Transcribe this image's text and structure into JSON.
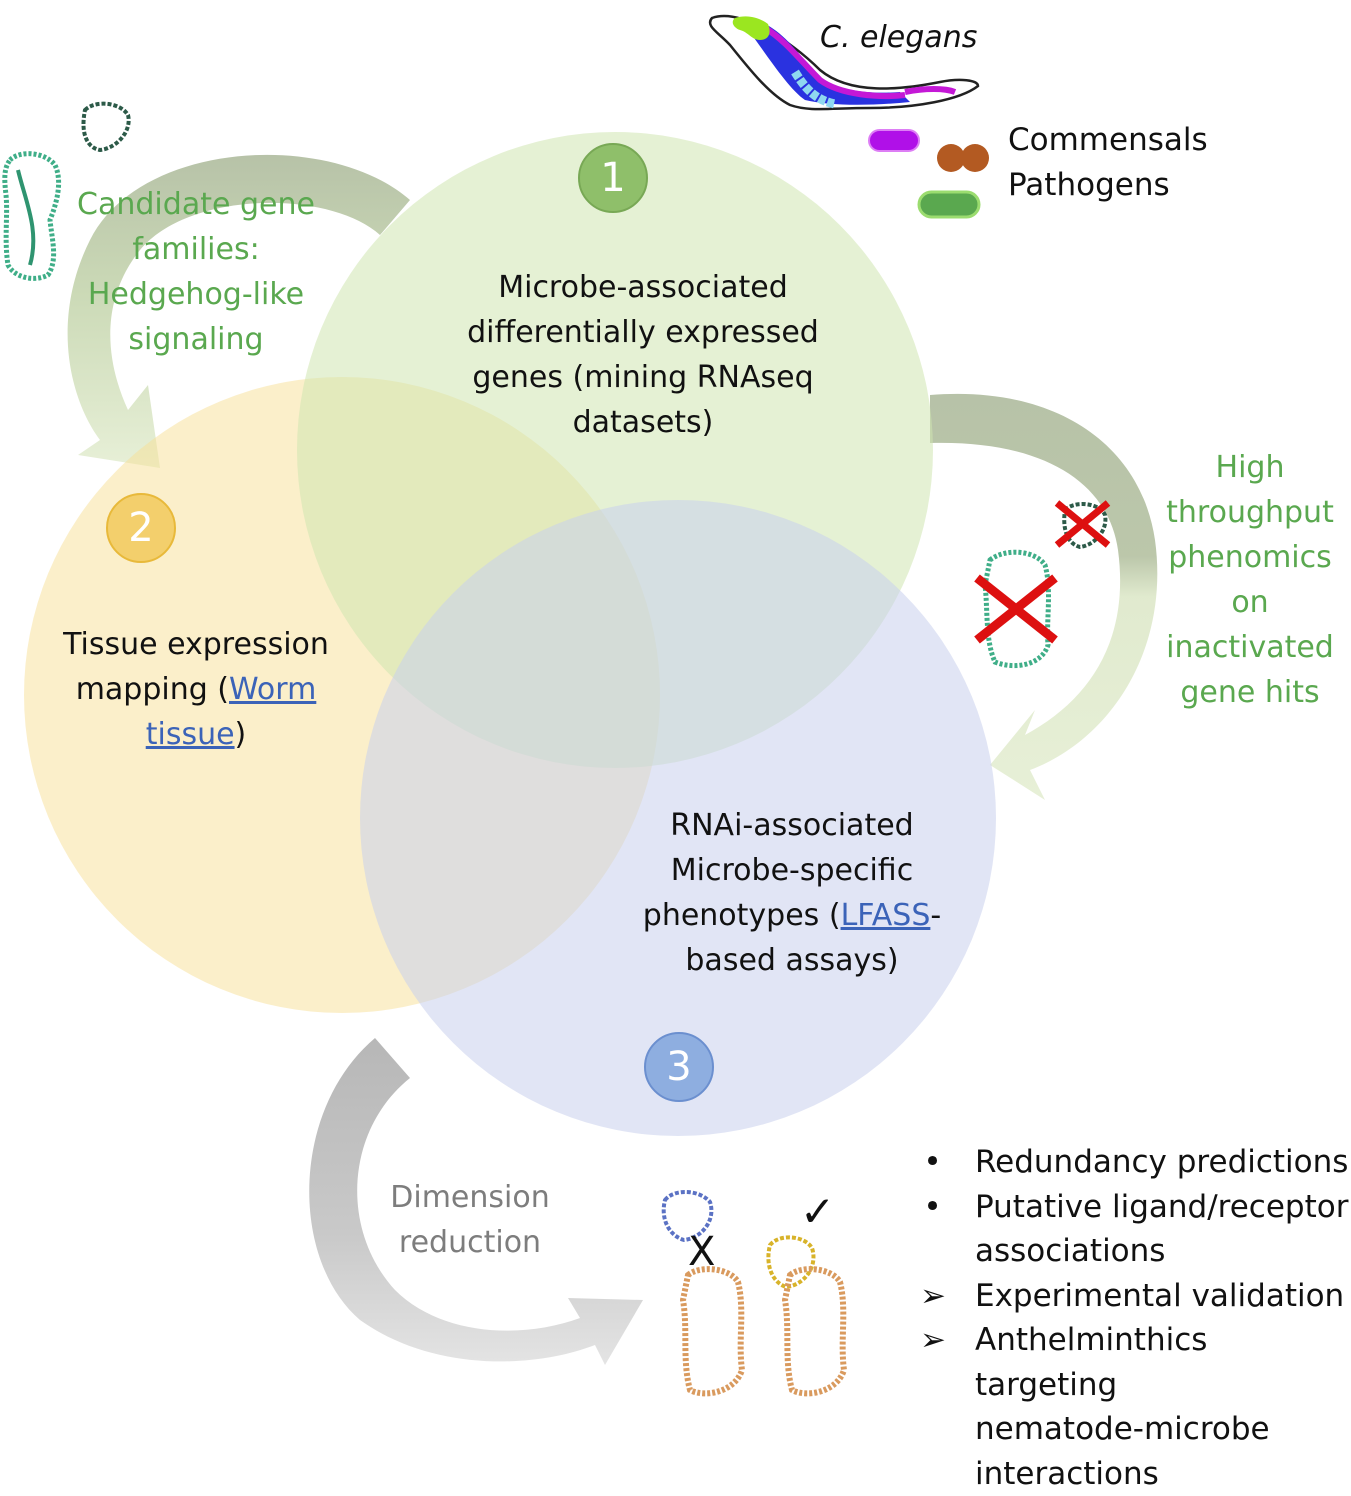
{
  "organism": {
    "name": "C. elegans",
    "icon": "worm-anatomy-icon"
  },
  "legend": {
    "items": [
      {
        "label": "Commensals",
        "icon": "commensal-bacterium-icon",
        "color": "#b010e8"
      },
      {
        "label": "Pathogens",
        "icon": "pathogen-bacterium-icon",
        "color": "#6ab04c"
      }
    ],
    "extra_icon": {
      "icon": "diplococcus-icon",
      "color": "#b35a22"
    }
  },
  "venn": {
    "circles": [
      {
        "number": "1",
        "badge_color": "#8fbf6a",
        "fill": "#dff0c8",
        "text_lines": [
          "Microbe-associated",
          "differentially expressed",
          "genes (mining RNAseq",
          "datasets)"
        ]
      },
      {
        "number": "2",
        "badge_color": "#f3cf6c",
        "fill": "#fbe9b6",
        "text_lines": [
          "Tissue expression"
        ],
        "text_line2_prefix": "mapping (",
        "link_part1": "Worm",
        "link_part2": "tissue",
        "text_line3_suffix": ")"
      },
      {
        "number": "3",
        "badge_color": "#8eaee0",
        "fill": "#dde2f3",
        "text_lines": [
          "RNAi-associated",
          "Microbe-specific"
        ],
        "text_line3_prefix": "phenotypes (",
        "link": "LFASS",
        "text_line3_suffix": "-",
        "text_line4": "based assays)"
      }
    ]
  },
  "annotations": {
    "candidate": {
      "lines": [
        "Candidate gene",
        "families:",
        "Hedgehog-like",
        "signaling"
      ],
      "color": "#5aa84f"
    },
    "phenomics": {
      "lines": [
        "High",
        "throughput",
        "phenomics",
        "on",
        "inactivated",
        "gene hits"
      ],
      "color": "#5aa84f"
    },
    "dimension": {
      "lines": [
        "Dimension",
        "reduction"
      ],
      "color": "#7d7d7d"
    }
  },
  "proteins": {
    "candidate_icons": [
      "receptor-protein-icon",
      "ligand-protein-icon"
    ],
    "inactivated_icons": [
      "receptor-protein-knockout-icon",
      "ligand-protein-knockout-icon"
    ],
    "interaction_fail": {
      "mark": "X",
      "ligand_color": "#5b72c4"
    },
    "interaction_ok": {
      "mark": "✓",
      "ligand_color": "#d8b32a"
    },
    "receptor_color": "#d99a5e"
  },
  "outcomes": [
    {
      "marker": "•",
      "type": "bullet",
      "lines": [
        "Redundancy predictions"
      ]
    },
    {
      "marker": "•",
      "type": "bullet",
      "lines": [
        "Putative ligand/receptor",
        "associations"
      ]
    },
    {
      "marker": "➢",
      "type": "arrow",
      "lines": [
        "Experimental validation"
      ]
    },
    {
      "marker": "➢",
      "type": "arrow",
      "lines": [
        "Anthelminthics targeting",
        "nematode-microbe",
        "interactions"
      ]
    }
  ]
}
